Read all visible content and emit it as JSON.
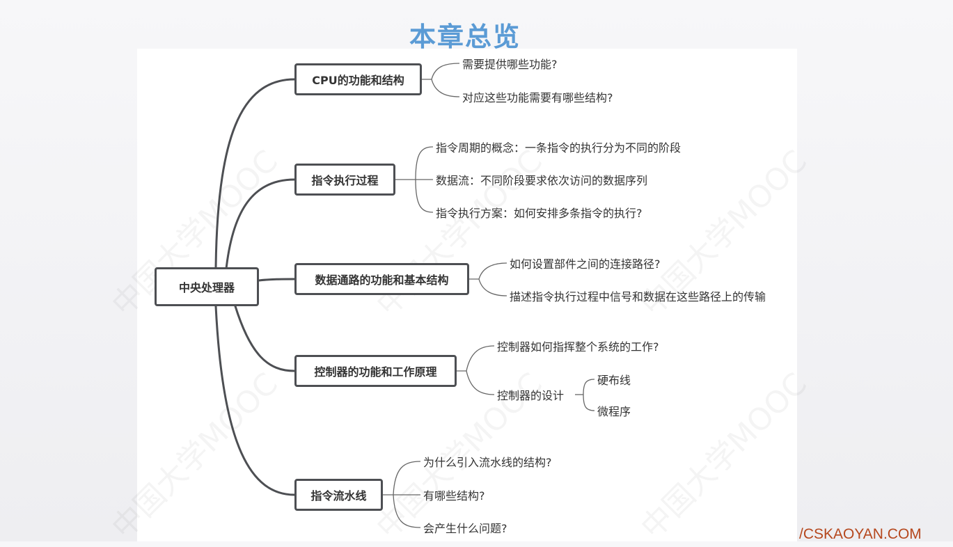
{
  "slide": {
    "title": "本章总览",
    "watermark": "中国大学MOOC",
    "footer": "/CSKAOYAN.COM",
    "colors": {
      "title": "#5b9bd5",
      "footer": "#b5471d",
      "node_border": "#4d4f53"
    }
  },
  "mindmap": {
    "root": "中央处理器",
    "branches": [
      {
        "label": "CPU的功能和结构",
        "children": [
          "需要提供哪些功能?",
          "对应这些功能需要有哪些结构?"
        ]
      },
      {
        "label": "指令执行过程",
        "children": [
          "指令周期的概念：一条指令的执行分为不同的阶段",
          "数据流：不同阶段要求依次访问的数据序列",
          "指令执行方案：如何安排多条指令的执行?"
        ]
      },
      {
        "label": "数据通路的功能和基本结构",
        "children": [
          "如何设置部件之间的连接路径?",
          "描述指令执行过程中信号和数据在这些路径上的传输"
        ]
      },
      {
        "label": "控制器的功能和工作原理",
        "children": [
          "控制器如何指挥整个系统的工作?",
          "控制器的设计"
        ],
        "sub_children": [
          "硬布线",
          "微程序"
        ]
      },
      {
        "label": "指令流水线",
        "children": [
          "为什么引入流水线的结构?",
          "有哪些结构?",
          "会产生什么问题?"
        ]
      }
    ]
  }
}
